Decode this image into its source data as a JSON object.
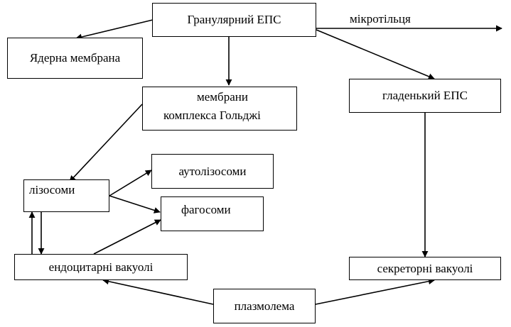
{
  "nodes": {
    "granular_er": "Гранулярний ЕПС",
    "nuclear_membrane": "Ядерна мембрана",
    "golgi_line1": "мембрани",
    "golgi_line2": "комплекса Гольджі",
    "smooth_er": "гладенький ЕПС",
    "lysosomes": "лізосоми",
    "autolysosomes": "аутолізосоми",
    "phagosomes": "фагосоми",
    "endocytic_vacuoles": "ендоцитарні вакуолі",
    "secretory_vacuoles": "секреторні вакуолі",
    "plasmalemma": "плазмолема"
  },
  "labels": {
    "microbodies": "мікротільця"
  }
}
